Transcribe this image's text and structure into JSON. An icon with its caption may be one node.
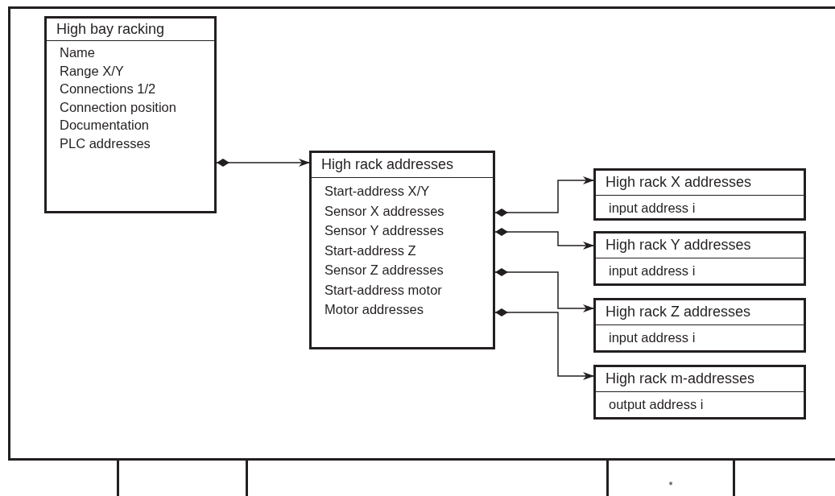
{
  "diagram": {
    "nodes": [
      {
        "text": [],
        "shape": "box"
      },
      {
        "text": [
          "High bay racking",
          "Name",
          "Range X/Y",
          "Connections 1/2",
          "Connection position",
          "Documentation",
          "PLC addresses"
        ],
        "in": 0
      },
      {
        "text": [
          "High rack addresses",
          "Start-address X/Y",
          "Sensor X addresses",
          "Sensor Y addresses",
          "Start-address Z",
          "Sensor Z addresses",
          "Start-address motor",
          "Motor addresses"
        ],
        "in": 0
      },
      {
        "text": [
          "High rack X addresses",
          "input address i"
        ],
        "in": 0
      },
      {
        "text": [
          "High rack Y addresses",
          "input address i"
        ],
        "in": 0
      },
      {
        "text": [
          "High rack Z addresses",
          "input address i"
        ],
        "in": 0
      },
      {
        "text": [
          "High rack m-addresses",
          "output address i"
        ],
        "in": 0
      },
      {
        "text": [],
        "shape": "box"
      },
      {
        "text": [
          "*"
        ]
      }
    ],
    "edges": [
      {
        "from": 1,
        "to": 2,
        "arrow": "to"
      },
      {
        "from": 2,
        "to": 3,
        "arrow": "to"
      },
      {
        "from": 2,
        "to": 4,
        "arrow": "to"
      },
      {
        "from": 2,
        "to": 5,
        "arrow": "to"
      },
      {
        "from": 2,
        "to": 6,
        "arrow": "to"
      }
    ]
  }
}
